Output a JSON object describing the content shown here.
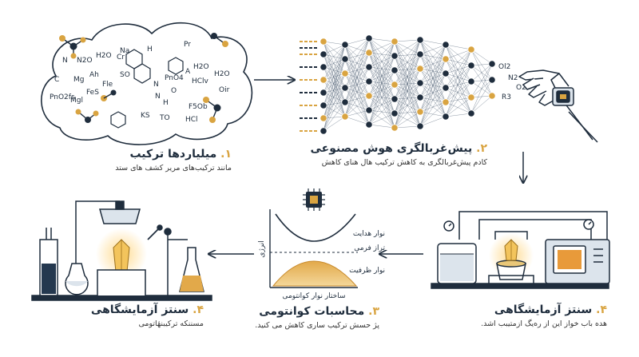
{
  "steps": [
    {
      "num": "۱.",
      "title": "میلیاردها ترکیب",
      "desc": "مانند ترکیب‌های مریر کشف های ستد"
    },
    {
      "num": "۲.",
      "title": "پیش‌غربالگری هوش مصنوعی",
      "desc": "کادم پیش‌غربالگری به کاهش ترکیب ‌هال هنای کاهش"
    },
    {
      "num": "۴.",
      "title": "سنتز آزمایشگاهی",
      "desc": "هده باب خواز این از ره‌یگ ازمتیبب اشد."
    },
    {
      "num": "۳.",
      "title": "محاسبات کوانتومی",
      "desc": "پژ حسش ترکیب ساری کاهش می کنید."
    },
    {
      "num": "۴.",
      "title": "سنتز آزمایشگاهی",
      "desc": "مسننکه ترکیبنهٔاتومی"
    }
  ],
  "chemicals": [
    "N",
    "N2O",
    "H2O",
    "Cr",
    "Pr",
    "Ah",
    "Mg",
    "C",
    "Fle",
    "A",
    "PnO2fs",
    "H2O",
    "HClv",
    "H2O",
    "Mgl",
    "N",
    "PnO4",
    "N",
    "O",
    "H",
    "F5Ob",
    "Oir",
    "Na",
    "KS",
    "TO",
    "HCl",
    "H",
    "FeS",
    "SO"
  ],
  "nn_outputs": [
    "Ol2",
    "N2",
    "O2",
    "R3"
  ],
  "quantum_chart": {
    "ylabel": "انرژی",
    "conduction_band": "نوار هدایت",
    "fermi_level": "تراز فرمی",
    "valence_band": "نوار ظرفیت",
    "xlabel": "ساختار نوار کوانتومی"
  },
  "colors": {
    "accent": "#d9a441",
    "line": "#1f2d3d",
    "fill": "#dce4ec"
  },
  "icons": [
    "molecule-icon",
    "robot-hand-icon",
    "chip-icon",
    "furnace-icon",
    "crystal-icon"
  ]
}
